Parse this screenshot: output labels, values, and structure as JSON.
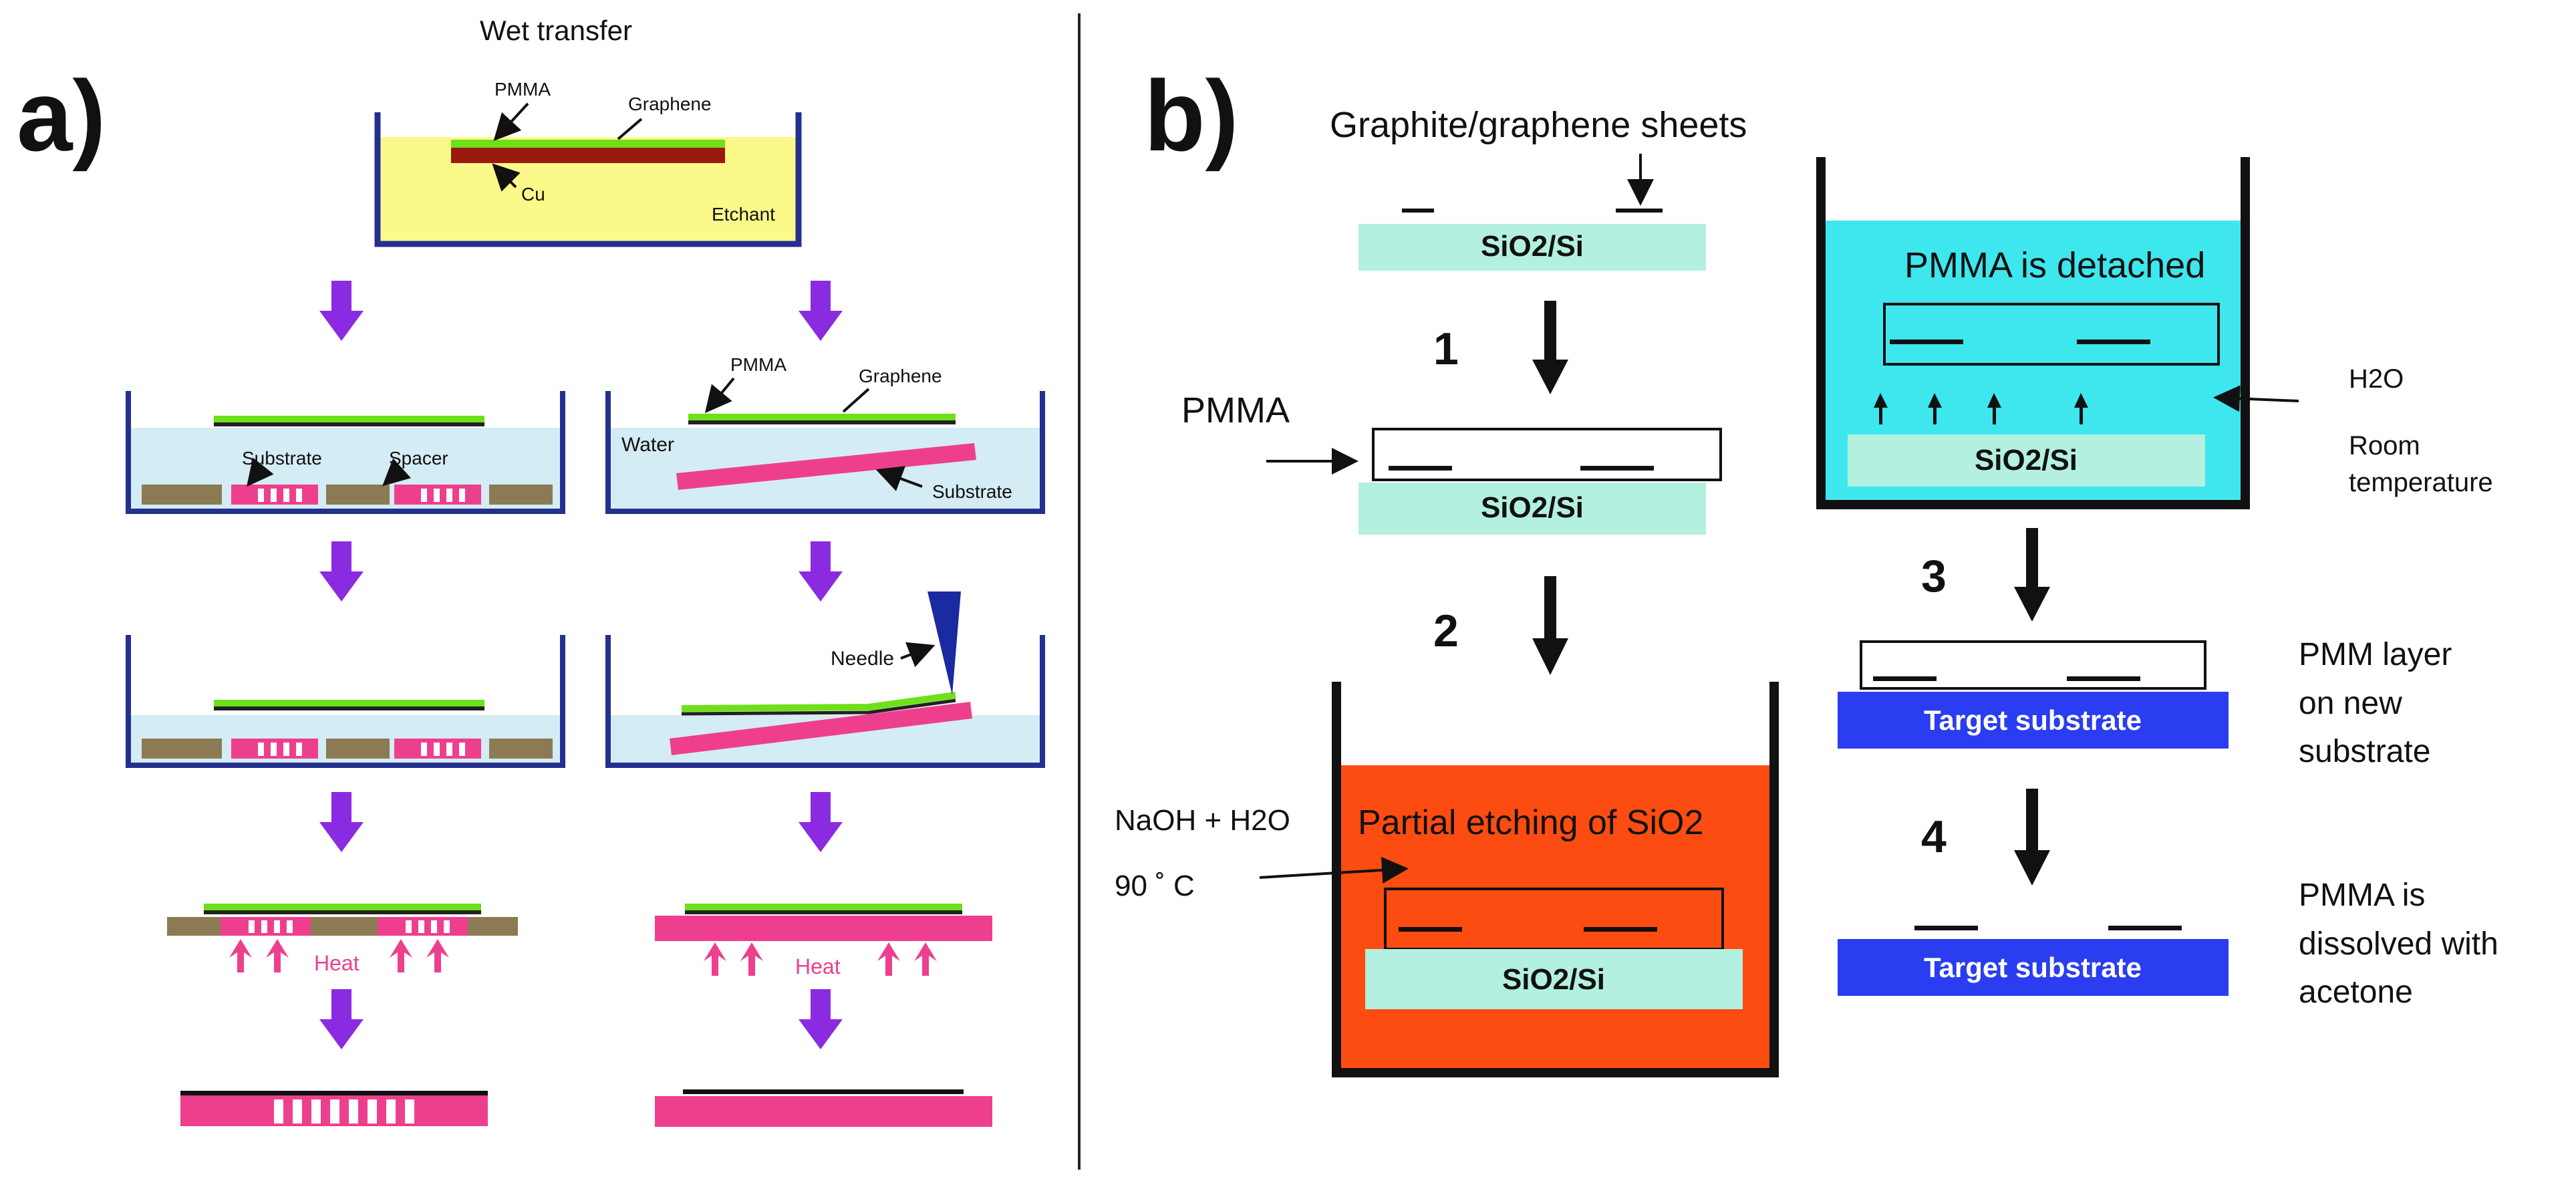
{
  "colors": {
    "pmma_green": "#6ee01a",
    "copper": "#9a1a0e",
    "etchant_yellow": "#fbf98a",
    "water_light_blue": "#d4ecf4",
    "substrate_pink": "#ee3f8e",
    "spacer_brown": "#8c7a55",
    "arrow_purple": "#8a2be2",
    "tank_outline": "#24308f",
    "needle_blue": "#1a2aa0",
    "sio2_teal": "#b3f0df",
    "tank_cyan": "#3ee7ee",
    "etch_orange": "#fc4c12",
    "target_blue": "#2a3df0"
  },
  "panel_a": {
    "label": "a)",
    "title": "Wet transfer",
    "top_tank": {
      "pmma": "PMMA",
      "graphene": "Graphene",
      "cu": "Cu",
      "etchant": "Etchant"
    },
    "left_tank": {
      "substrate": "Substrate",
      "spacer": "Spacer"
    },
    "right_tank": {
      "pmma": "PMMA",
      "graphene": "Graphene",
      "water": "Water",
      "substrate": "Substrate"
    },
    "needle": "Needle",
    "heat_left": "Heat",
    "heat_right": "Heat"
  },
  "panel_b": {
    "label": "b)",
    "graphite_sheets": "Graphite/graphene sheets",
    "sio2_si": "SiO2/Si",
    "pmma": "PMMA",
    "step_1": "1",
    "step_2": "2",
    "step_3": "3",
    "step_4": "4",
    "naoh_h2o": "NaOH + H2O",
    "temperature": "90 ˚ C",
    "partial_etching": "Partial etching of SiO2",
    "pmma_detached": "PMMA is detached",
    "h2o": "H2O",
    "room_temperature": "Room temperature",
    "target_substrate": "Target substrate",
    "pmm_layer": "PMM layer on new substrate",
    "pmma_dissolved": "PMMA is dissolved with acetone"
  }
}
